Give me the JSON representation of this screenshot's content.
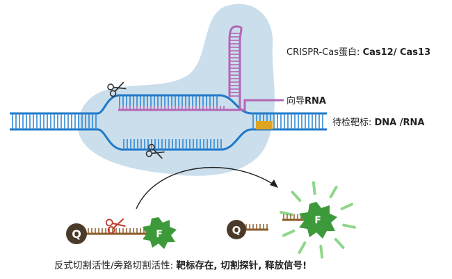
{
  "labels": {
    "cas_prefix": "CRISPR-Cas蛋白: ",
    "cas_bold": "Cas12/ Cas13",
    "guide_prefix": "向导",
    "guide_bold": "RNA",
    "target_prefix": "待检靶标: ",
    "target_bold": "DNA /RNA",
    "caption_prefix": "反式切割活性/旁路切割活性: ",
    "caption_bold": "靶标存在, 切割探针, 释放信号!"
  },
  "probe": {
    "quencher_letter": "Q",
    "fluorophore_letter": "F"
  },
  "colors": {
    "protein_blob": "#c7dceb",
    "dna_strand": "#1e78c8",
    "dna_rung": "#2f88d4",
    "guide_rna": "#b466b4",
    "pam_site": "#e0a520",
    "probe_backbone": "#8b5a2b",
    "quencher": "#4a3a2a",
    "fluorophore": "#3d9a3a",
    "glow": "#8fd68a",
    "scissors": "#c0392b"
  }
}
